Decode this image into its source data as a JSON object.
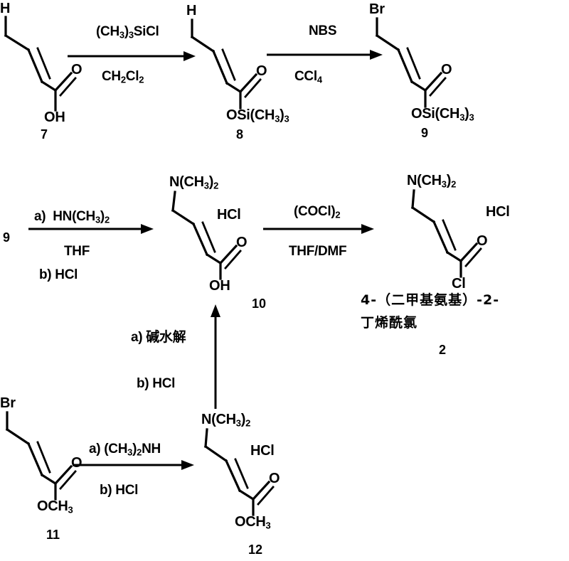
{
  "scheme": {
    "title": "Synthesis of 4-(dimethylamino)-2-butenoyl chloride reaction scheme",
    "background_color": "#ffffff",
    "ink_color": "#000000"
  },
  "row1": {
    "compound7": {
      "number": "7",
      "top_atom": "H",
      "carbonyl_o": "O",
      "tail_group": "OH"
    },
    "arrow1": {
      "above": "(CH3)3SiCl",
      "above_parts": [
        {
          "t": "(CH",
          "k": "n"
        },
        {
          "t": "3",
          "k": "sub"
        },
        {
          "t": ")",
          "k": "n"
        },
        {
          "t": "3",
          "k": "sub"
        },
        {
          "t": "SiCl",
          "k": "n"
        }
      ],
      "below_parts": [
        {
          "t": "CH",
          "k": "n"
        },
        {
          "t": "2",
          "k": "sub"
        },
        {
          "t": "Cl",
          "k": "n"
        },
        {
          "t": "2",
          "k": "sub"
        }
      ],
      "below": "CH2Cl2"
    },
    "compound8": {
      "number": "8",
      "top_atom": "H",
      "carbonyl_o": "O",
      "tail_parts": [
        {
          "t": "OSi(CH",
          "k": "n"
        },
        {
          "t": "3",
          "k": "sub"
        },
        {
          "t": ")",
          "k": "n"
        },
        {
          "t": "3",
          "k": "sub"
        }
      ],
      "tail_group": "OSi(CH3)3"
    },
    "arrow2": {
      "above": "NBS",
      "below_parts": [
        {
          "t": "CCl",
          "k": "n"
        },
        {
          "t": "4",
          "k": "sub"
        }
      ],
      "below": "CCl4"
    },
    "compound9": {
      "number": "9",
      "top_atom": "Br",
      "carbonyl_o": "O",
      "tail_parts": [
        {
          "t": "OSi(CH",
          "k": "n"
        },
        {
          "t": "3",
          "k": "sub"
        },
        {
          "t": ")",
          "k": "n"
        },
        {
          "t": "3",
          "k": "sub"
        }
      ],
      "tail_group": "OSi(CH3)3"
    }
  },
  "row2": {
    "start_label": "9",
    "arrow3": {
      "above_prefix": "a)",
      "above_parts": [
        {
          "t": "HN(CH",
          "k": "n"
        },
        {
          "t": "3",
          "k": "sub"
        },
        {
          "t": ")",
          "k": "n"
        },
        {
          "t": "2",
          "k": "sub"
        }
      ],
      "above": "a) HN(CH3)2",
      "mid": "THF",
      "below": "b) HCl"
    },
    "compound10": {
      "number": "10",
      "top_parts": [
        {
          "t": "N(CH",
          "k": "n"
        },
        {
          "t": "3",
          "k": "sub"
        },
        {
          "t": ")",
          "k": "n"
        },
        {
          "t": "2",
          "k": "sub"
        }
      ],
      "top_group": "N(CH3)2",
      "salt": "HCl",
      "carbonyl_o": "O",
      "tail_group": "OH"
    },
    "arrow4": {
      "above_parts": [
        {
          "t": "(COCl)",
          "k": "n"
        },
        {
          "t": "2",
          "k": "sub"
        }
      ],
      "above": "(COCl)2",
      "below": "THF/DMF"
    },
    "compound2": {
      "number": "2",
      "top_parts": [
        {
          "t": "N(CH",
          "k": "n"
        },
        {
          "t": "3",
          "k": "sub"
        },
        {
          "t": ")",
          "k": "n"
        },
        {
          "t": "2",
          "k": "sub"
        }
      ],
      "top_group": "N(CH3)2",
      "salt": "HCl",
      "carbonyl_o": "O",
      "tail_group": "Cl",
      "name_line1": "4-（二甲基氨基）-2-",
      "name_line2": "丁烯酰氯"
    }
  },
  "vertical_arrow": {
    "step_a": "a) 碱水解",
    "step_b": "b) HCl",
    "direction": "up"
  },
  "row3": {
    "compound11": {
      "number": "11",
      "top_atom": "Br",
      "carbonyl_o": "O",
      "tail_parts": [
        {
          "t": "OCH",
          "k": "n"
        },
        {
          "t": "3",
          "k": "sub"
        }
      ],
      "tail_group": "OCH3"
    },
    "arrow5": {
      "above_prefix": "a)",
      "above_parts": [
        {
          "t": "(CH",
          "k": "n"
        },
        {
          "t": "3",
          "k": "sub"
        },
        {
          "t": ")",
          "k": "n"
        },
        {
          "t": "2",
          "k": "sub"
        },
        {
          "t": "NH",
          "k": "n"
        }
      ],
      "above": "a) (CH3)2NH",
      "below": "b) HCl"
    },
    "compound12": {
      "number": "12",
      "top_parts": [
        {
          "t": "N(CH",
          "k": "n"
        },
        {
          "t": "3",
          "k": "sub"
        },
        {
          "t": ")",
          "k": "n"
        },
        {
          "t": "2",
          "k": "sub"
        }
      ],
      "top_group": "N(CH3)2",
      "salt": "HCl",
      "carbonyl_o": "O",
      "tail_parts": [
        {
          "t": "OCH",
          "k": "n"
        },
        {
          "t": "3",
          "k": "sub"
        }
      ],
      "tail_group": "OCH3"
    }
  }
}
